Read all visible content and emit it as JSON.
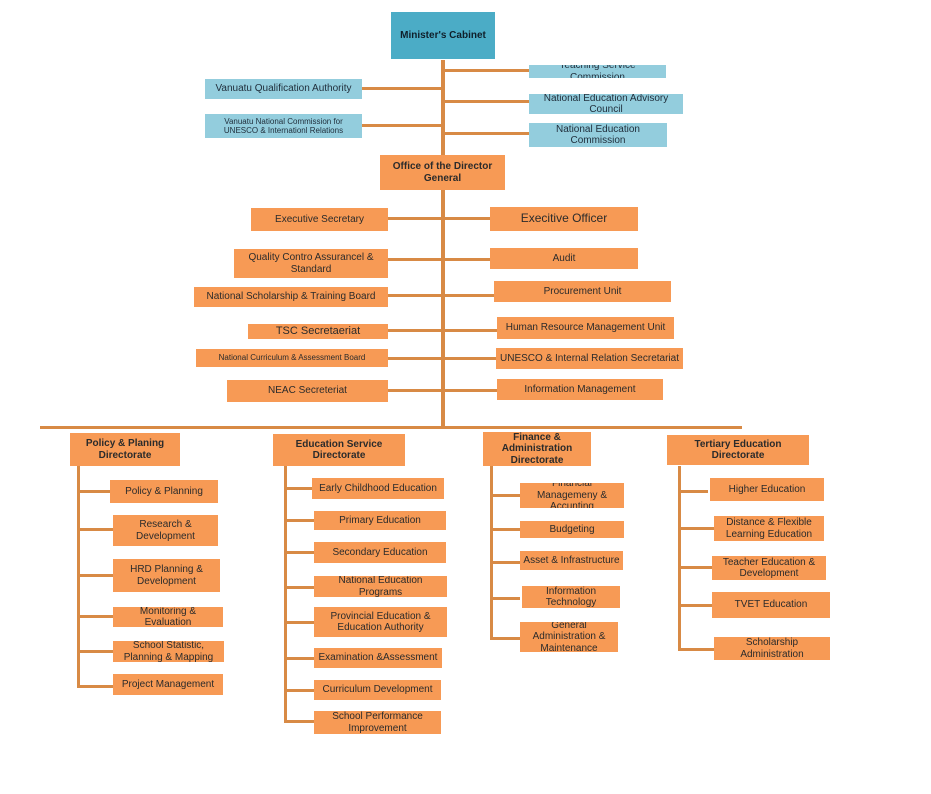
{
  "chart_title": "",
  "colors": {
    "line": "#D88A45",
    "orange_box": "#F79A55",
    "blue_box": "#93CDDD",
    "top_box": "#4BACC6"
  },
  "cabinet": {
    "minister": "Minister's Cabinet",
    "left_bodies": [
      "Vanuatu Qualification Authority",
      "Vanuatu National Commission for UNESCO & Internationl Relations"
    ],
    "right_bodies": [
      "Teaching Service Commission",
      "National Education Advisory Council",
      "National Education Commission"
    ]
  },
  "director_general": {
    "title": "Office of the Director General",
    "left_units": [
      "Executive Secretary",
      "Quality Contro Assurancel & Standard",
      "National Scholarship & Training Board",
      "TSC Secretaeriat",
      "National Curriculum & Assessment Board",
      "NEAC Secreteriat"
    ],
    "right_units": [
      "Execitive Officer",
      "Audit",
      "Procurement Unit",
      "Human Resource Management Unit",
      "UNESCO & Internal Relation Secretariat",
      "Information Management"
    ]
  },
  "directorates": [
    {
      "title": "Policy & Planing Directorate",
      "units": [
        "Policy & Planning",
        "Research & Development",
        "HRD Planning & Development",
        "Monitoring & Evaluation",
        "School Statistic, Planning & Mapping",
        "Project Management"
      ]
    },
    {
      "title": "Education Service Directorate",
      "units": [
        "Early Childhood Education",
        "Primary Education",
        "Secondary Education",
        "National Education Programs",
        "Provincial Education & Education Authority",
        "Examination &Assessment",
        "Curriculum Development",
        "School Performance Improvement"
      ]
    },
    {
      "title": "Finance & Administration Directorate",
      "units": [
        "Financial Managemeny & Accunting",
        "Budgeting",
        "Asset & Infrastructure",
        "Information Technology",
        "General Administration & Maintenance"
      ]
    },
    {
      "title": "Tertiary Education Directorate",
      "units": [
        "Higher Education",
        "Distance & Flexible Learning Education",
        "Teacher Education & Development",
        "TVET Education",
        "Scholarship Administration"
      ]
    }
  ]
}
